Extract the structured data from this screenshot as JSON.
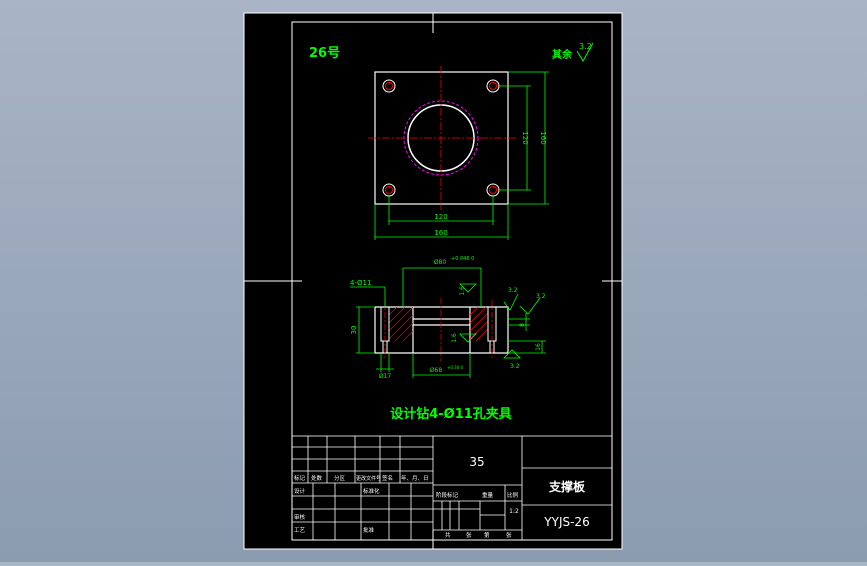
{
  "drawing": {
    "part_no": "26号",
    "roughness_label": "其余",
    "roughness_value": "3.2",
    "main_title": "设计钻4-Ø11孔夹具",
    "top_view": {
      "dim_inner_width": "120",
      "dim_outer_width": "160",
      "dim_inner_height": "120",
      "dim_outer_height": "160"
    },
    "section_view": {
      "hole_callout": "4-Ø11",
      "top_bore": "Ø80",
      "top_bore_tol": "+0.046 0",
      "bottom_bore": "Ø68",
      "bottom_bore_tol": "+0.30 0",
      "counterbore": "Ø17",
      "height_total": "30",
      "height_step": "8",
      "height_base": "16",
      "rough_1": "1.6",
      "rough_2": "1.6",
      "rough_3": "3.2",
      "rough_4": "3.2",
      "rough_5": "3.2"
    },
    "colors": {
      "frame": "#ffffff",
      "geometry": "#ffffff",
      "dimension": "#00ff00",
      "centerline": "#ff0000",
      "pitch_circle": "#ff00ff",
      "hatch": "#ff0000",
      "background": "#000000"
    }
  },
  "title_block": {
    "material": "35",
    "part_name": "支撑板",
    "drawing_no": "YYJS-26",
    "scale_value": "1:2",
    "rev_labels": [
      "标记",
      "处数",
      "分区",
      "更改文件号",
      "签名",
      "年、月、日"
    ],
    "design": "设计",
    "standardize": "标准化",
    "review": "审核",
    "process": "工艺",
    "approve": "批准",
    "stage_mark": "阶段标记",
    "weight": "重量",
    "scale": "比例",
    "sheets": "共",
    "sheet_of": "张",
    "sheet_no": "第",
    "sheet_of2": "张"
  }
}
